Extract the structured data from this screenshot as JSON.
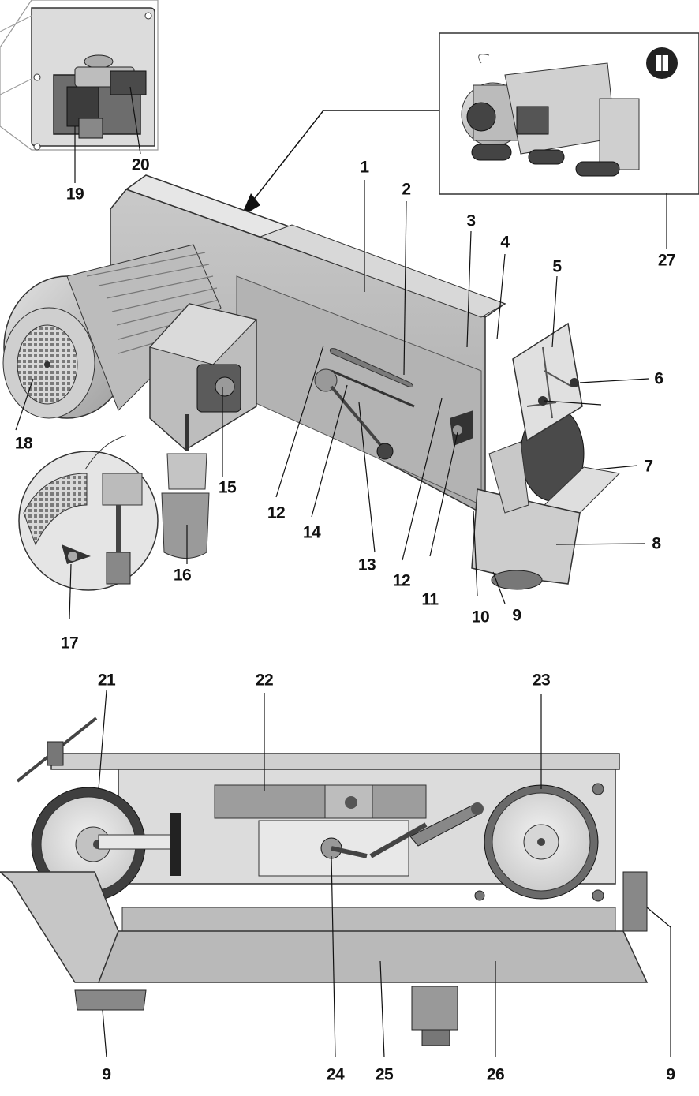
{
  "figure": {
    "callouts": [
      {
        "id": "c1",
        "label": "1"
      },
      {
        "id": "c2",
        "label": "2"
      },
      {
        "id": "c3",
        "label": "3"
      },
      {
        "id": "c4",
        "label": "4"
      },
      {
        "id": "c5",
        "label": "5"
      },
      {
        "id": "c6",
        "label": "6"
      },
      {
        "id": "c7",
        "label": "7"
      },
      {
        "id": "c8",
        "label": "8"
      },
      {
        "id": "c9a",
        "label": "9"
      },
      {
        "id": "c10",
        "label": "10"
      },
      {
        "id": "c11",
        "label": "11"
      },
      {
        "id": "c12a",
        "label": "12"
      },
      {
        "id": "c12b",
        "label": "12"
      },
      {
        "id": "c13",
        "label": "13"
      },
      {
        "id": "c14",
        "label": "14"
      },
      {
        "id": "c15",
        "label": "15"
      },
      {
        "id": "c16",
        "label": "16"
      },
      {
        "id": "c17",
        "label": "17"
      },
      {
        "id": "c18",
        "label": "18"
      },
      {
        "id": "c19",
        "label": "19"
      },
      {
        "id": "c20",
        "label": "20"
      },
      {
        "id": "c21",
        "label": "21"
      },
      {
        "id": "c22",
        "label": "22"
      },
      {
        "id": "c23",
        "label": "23"
      },
      {
        "id": "c24",
        "label": "24"
      },
      {
        "id": "c25",
        "label": "25"
      },
      {
        "id": "c26",
        "label": "26"
      },
      {
        "id": "c9b",
        "label": "9"
      },
      {
        "id": "c9c",
        "label": "9"
      },
      {
        "id": "c27",
        "label": "27"
      }
    ]
  }
}
